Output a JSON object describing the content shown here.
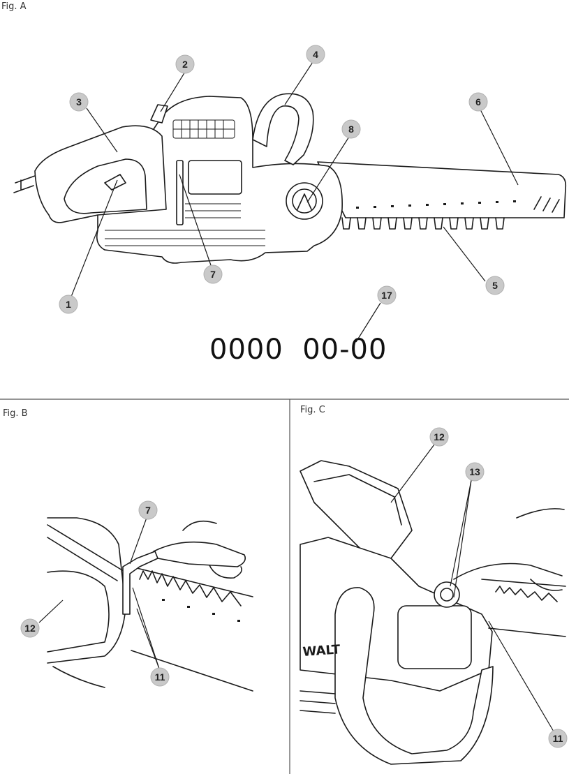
{
  "figures": {
    "a": {
      "label": "Fig. A"
    },
    "b": {
      "label": "Fig. B"
    },
    "c": {
      "label": "Fig. C"
    }
  },
  "serial_code": "0000  00-00",
  "brand_text": "WALT",
  "callouts": {
    "a": [
      "1",
      "2",
      "3",
      "4",
      "5",
      "6",
      "7",
      "8",
      "17"
    ],
    "b": [
      "7",
      "11",
      "12"
    ],
    "c": [
      "11",
      "12",
      "13"
    ]
  },
  "colors": {
    "callout_fill": "#c9c9c9",
    "line": "#1a1a1a",
    "background": "#ffffff"
  }
}
